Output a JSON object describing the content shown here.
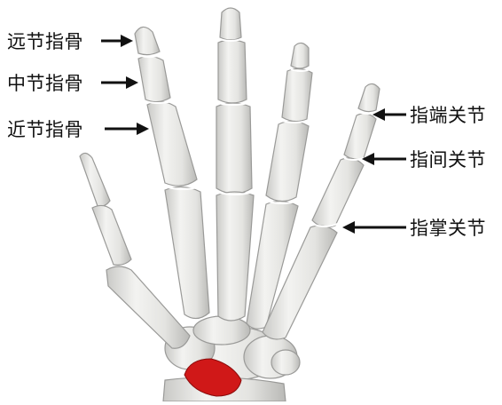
{
  "labels": {
    "distal_phalanx": "远节指骨",
    "middle_phalanx": "中节指骨",
    "proximal_phalanx": "近节指骨",
    "dip_joint": "指端关节",
    "pip_joint": "指间关节",
    "mcp_joint": "指掌关节"
  },
  "colors": {
    "bone_fill": "#e6e6e4",
    "bone_outline": "#9a9a98",
    "joint_gap": "#ffffff",
    "highlight_bone": "#d01818",
    "arrow": "#111111",
    "text": "#111111"
  }
}
